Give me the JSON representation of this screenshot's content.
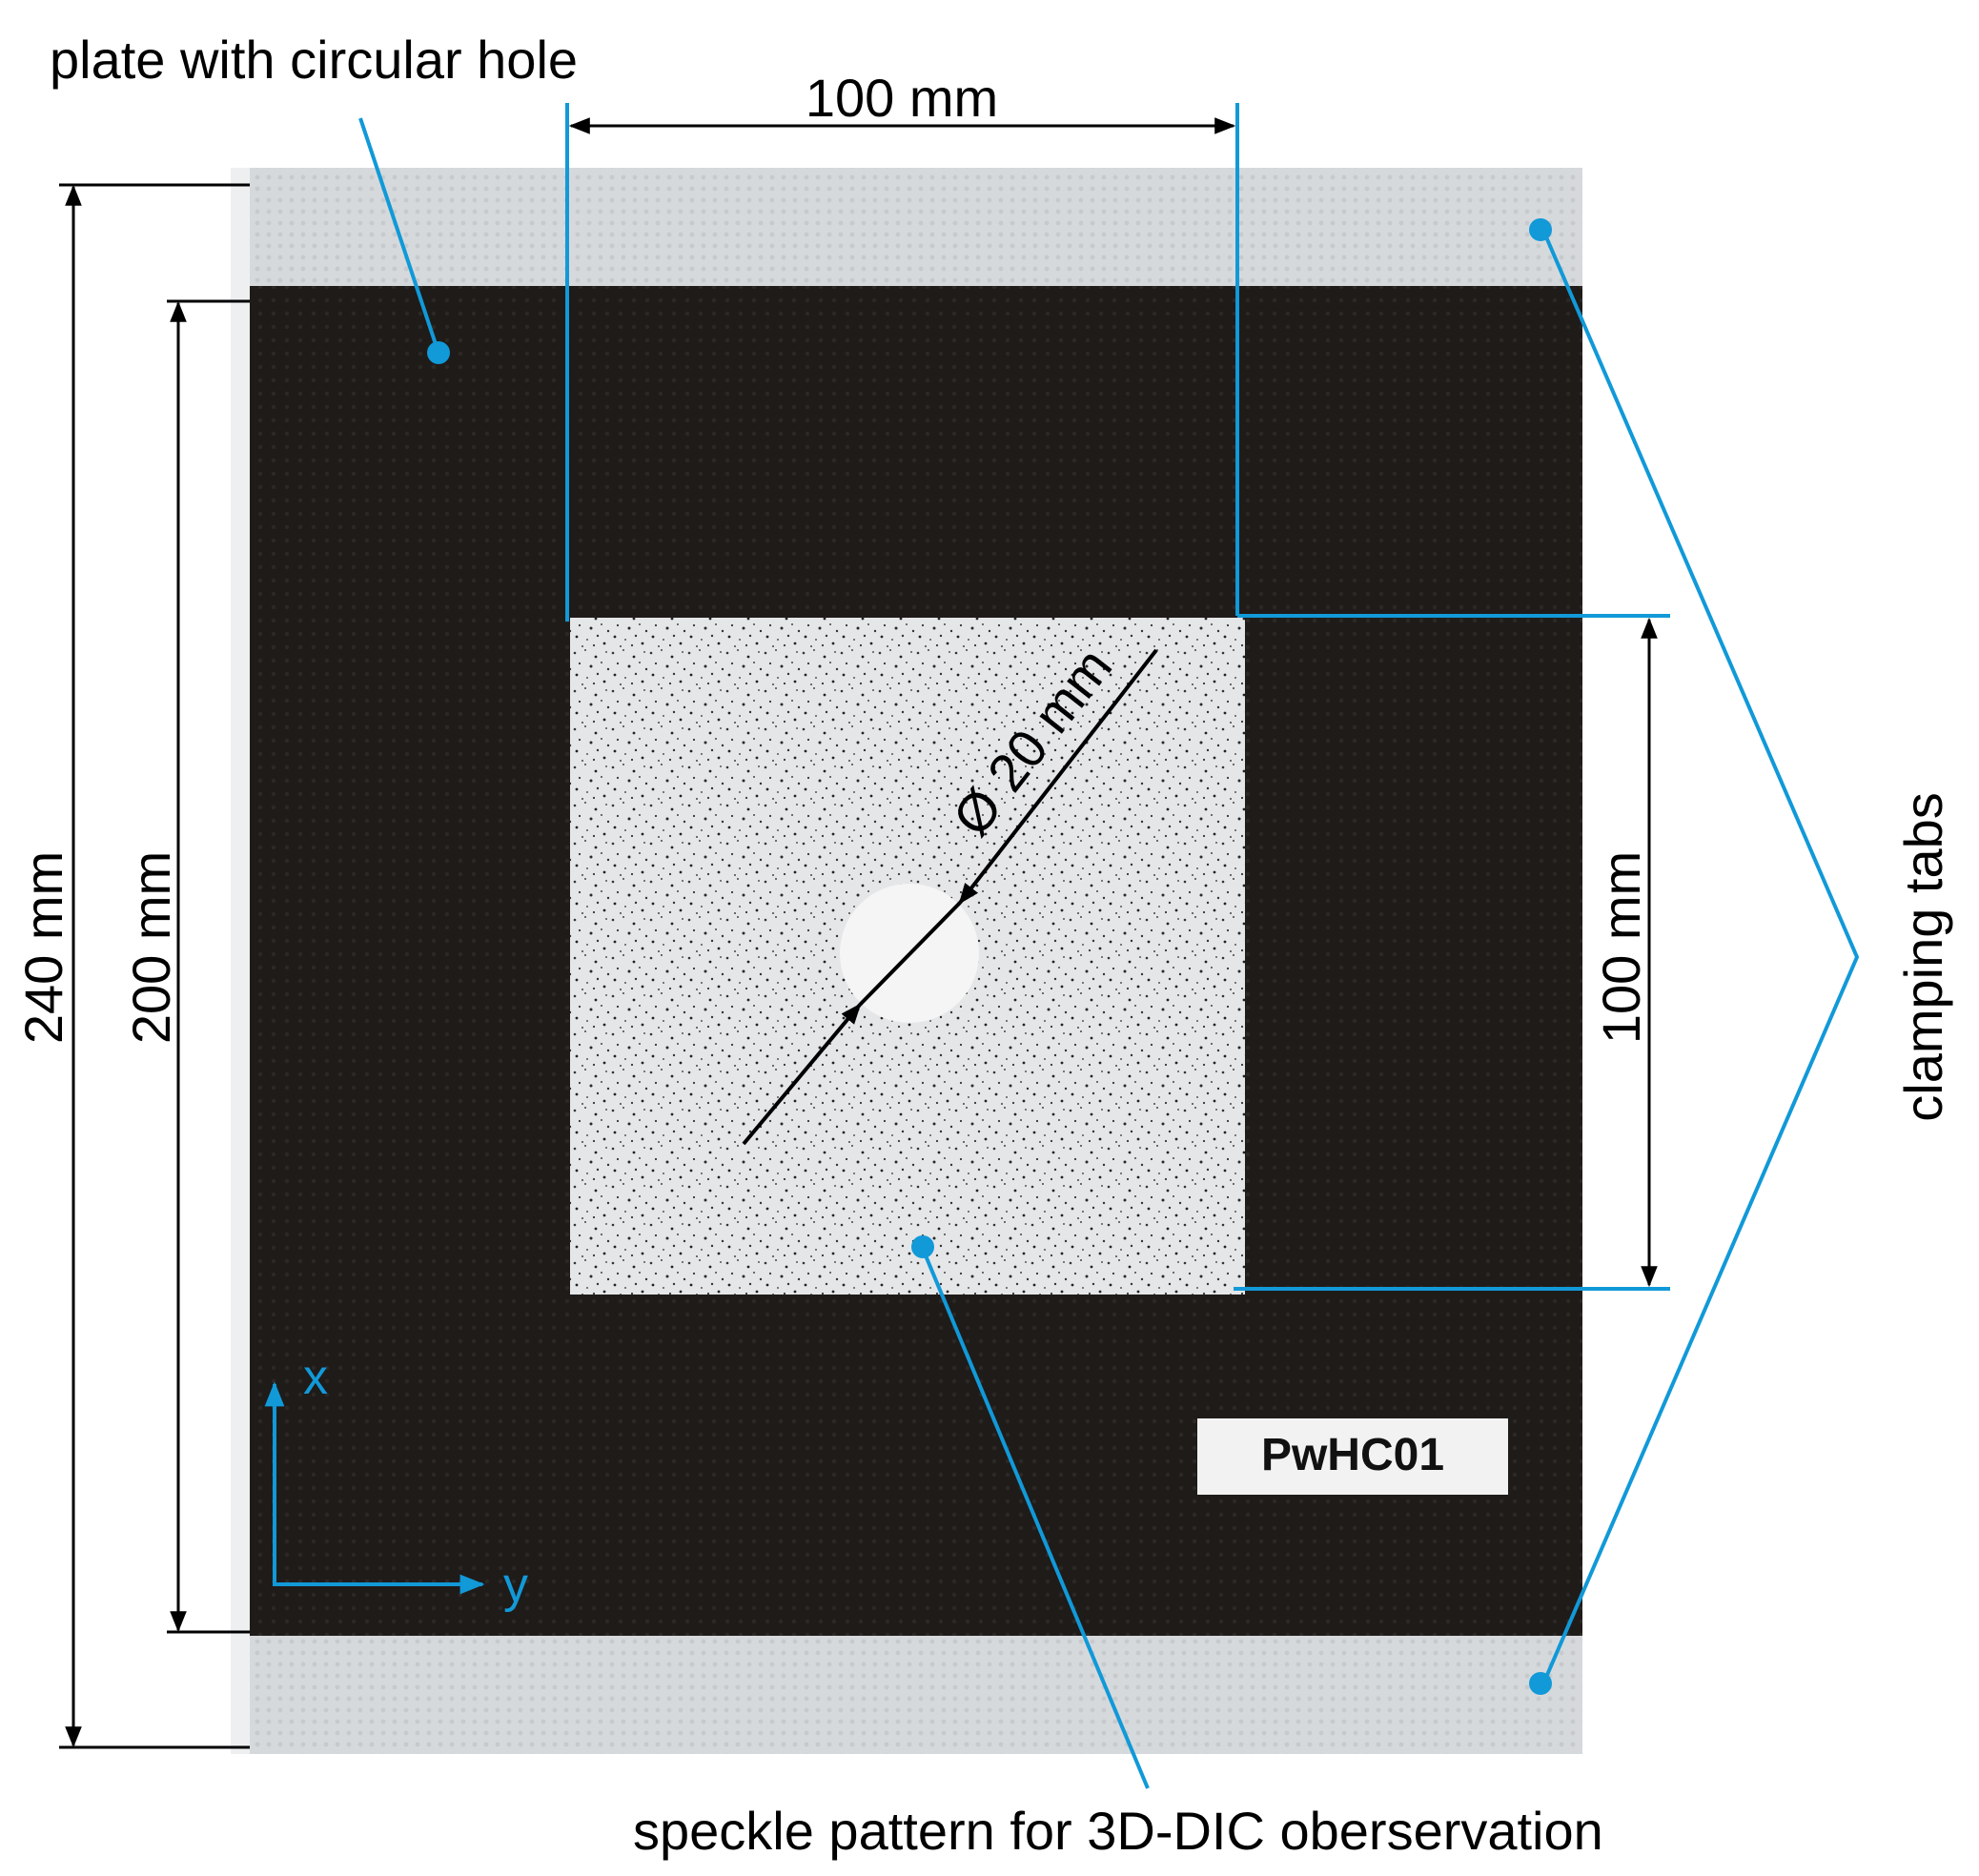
{
  "labels": {
    "plate": "plate with circular hole",
    "speckle": "speckle pattern for 3D-DIC oberservation",
    "clamping": "clamping tabs",
    "specimen_id": "PwHC01"
  },
  "dimensions": {
    "top_width": "100 mm",
    "right_height": "100 mm",
    "overall_height": "240 mm",
    "free_height": "200 mm",
    "hole_diameter": "Ø 20 mm"
  },
  "axes": {
    "x": "x",
    "y": "y"
  },
  "colors": {
    "accent": "#1199d8",
    "plate": "#1f1b19",
    "tab": "#d4d7da",
    "speckle_bg": "#e4e6e8"
  }
}
